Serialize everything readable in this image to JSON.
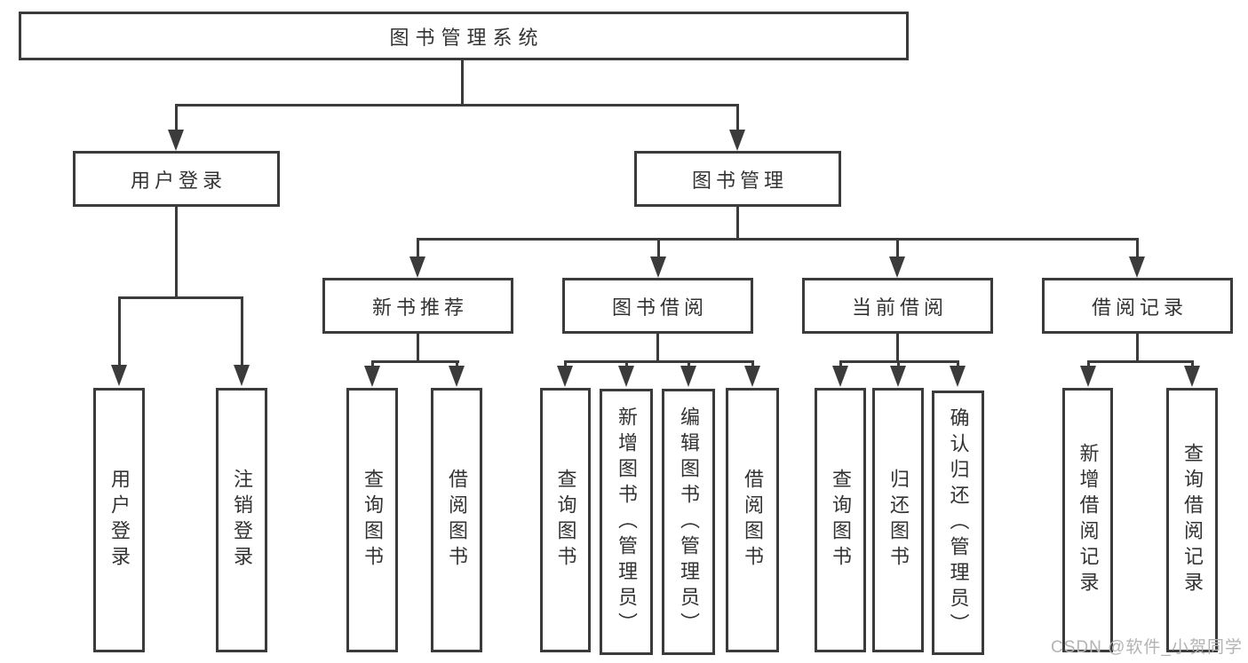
{
  "diagram": {
    "root": {
      "label": "图书管理系统"
    },
    "branches": [
      {
        "label": "用户登录",
        "children": [
          {
            "label": "用户登录"
          },
          {
            "label": "注销登录"
          }
        ]
      },
      {
        "label": "图书管理",
        "children": [
          {
            "label": "新书推荐",
            "children": [
              {
                "label": "查询图书"
              },
              {
                "label": "借阅图书"
              }
            ]
          },
          {
            "label": "图书借阅",
            "children": [
              {
                "label": "查询图书"
              },
              {
                "label": "新增图书（管理员）"
              },
              {
                "label": "编辑图书（管理员）"
              },
              {
                "label": "借阅图书"
              }
            ]
          },
          {
            "label": "当前借阅",
            "children": [
              {
                "label": "查询图书"
              },
              {
                "label": "归还图书"
              },
              {
                "label": "确认归还（管理员）"
              }
            ]
          },
          {
            "label": "借阅记录",
            "children": [
              {
                "label": "新增借阅记录"
              },
              {
                "label": "查询借阅记录"
              }
            ]
          }
        ]
      }
    ]
  },
  "watermark": {
    "text": "CSDN @软件_小贺同学"
  },
  "colors": {
    "line": "#3b3b3b",
    "text": "#333333",
    "background": "#ffffff",
    "watermark": "#b3b3b3"
  }
}
